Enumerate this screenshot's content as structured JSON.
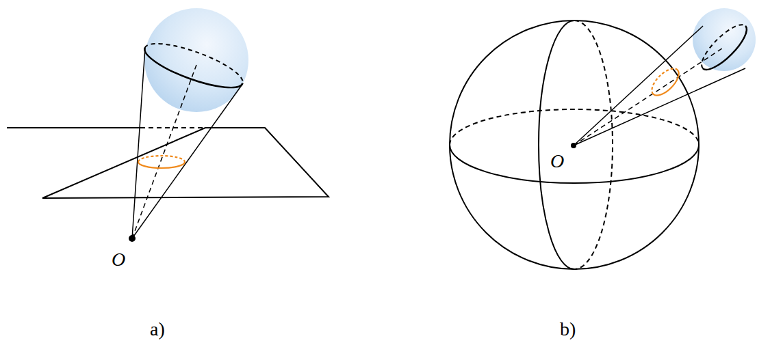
{
  "diagram": {
    "labels": [
      "O",
      "O",
      "a)",
      "b)"
    ]
  }
}
